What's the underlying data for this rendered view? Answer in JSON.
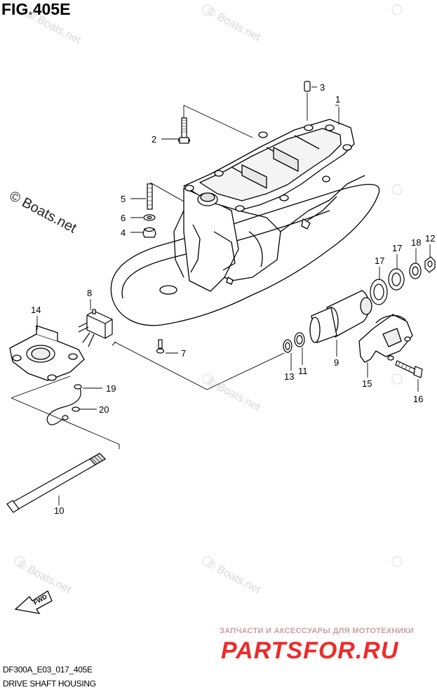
{
  "figure": {
    "title": "FIG.405E",
    "code": "DF300A_E03_017_405E",
    "name": "DRIVE SHAFT HOUSING"
  },
  "watermarks": {
    "main": "© Boats.net",
    "faint": "© Boats.net"
  },
  "fwd_label": "FWD",
  "shop": {
    "tagline": "ЗАПЧАСТИ И АКСЕССУАРЫ ДЛЯ МОТОТЕХНИКИ",
    "logo": "PARTSFOR.RU",
    "brand_color": "#ee2b2b"
  },
  "callouts": {
    "c1": "1",
    "c2": "2",
    "c3": "3",
    "c4": "4",
    "c5": "5",
    "c6": "6",
    "c7": "7",
    "c8": "8",
    "c9": "9",
    "c10": "10",
    "c11": "11",
    "c12": "12",
    "c13": "13",
    "c14": "14",
    "c15": "15",
    "c16": "16",
    "c17a": "17",
    "c17b": "17",
    "c18": "18",
    "c19": "19",
    "c20": "20"
  }
}
